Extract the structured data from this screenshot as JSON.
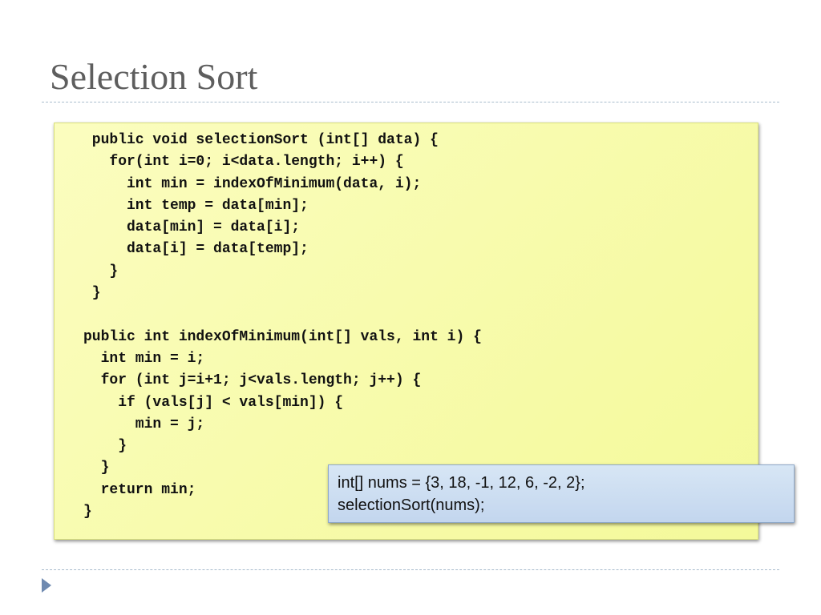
{
  "slide": {
    "title": "Selection Sort"
  },
  "code_block": {
    "lines": [
      " public void selectionSort (int[] data) {",
      "   for(int i=0; i<data.length; i++) {",
      "     int min = indexOfMinimum(data, i);",
      "     int temp = data[min];",
      "     data[min] = data[i];",
      "     data[i] = data[temp];",
      "   }",
      " }",
      "",
      "public int indexOfMinimum(int[] vals, int i) {",
      "  int min = i;",
      "  for (int j=i+1; j<vals.length; j++) {",
      "    if (vals[j] < vals[min]) {",
      "      min = j;",
      "    }",
      "  }",
      "  return min;",
      "}"
    ]
  },
  "callout": {
    "lines": [
      "int[] nums = {3, 18, -1, 12, 6, -2, 2};",
      "selectionSort(nums);"
    ]
  },
  "colors": {
    "title": "#5e5e5e",
    "code_background": "#f6fbaa",
    "callout_background": "#cbdcf1",
    "bullet": "#6f8ab0"
  },
  "icons": {
    "footer_bullet": "triangle-right-icon"
  }
}
